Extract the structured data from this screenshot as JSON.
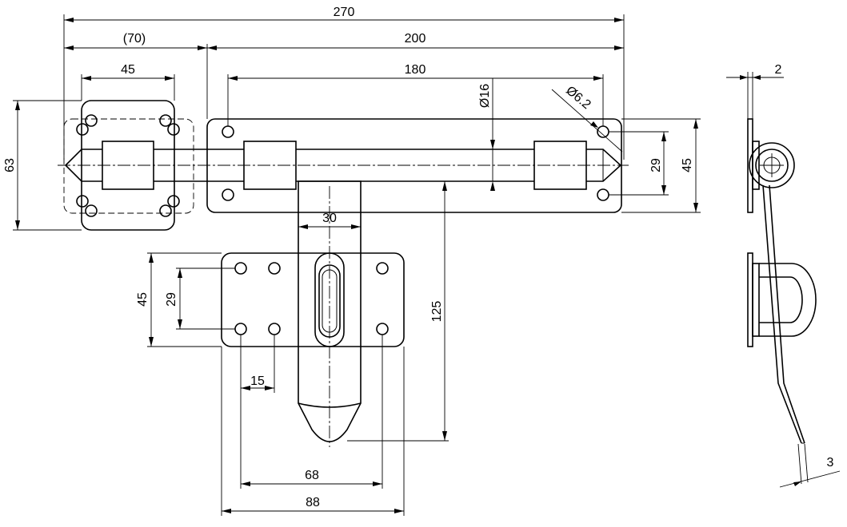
{
  "dimensions": {
    "d270": "270",
    "d70": "(70)",
    "d200": "200",
    "d45_plate": "45",
    "d180": "180",
    "d16": "Ø16",
    "d6_2": "Ø6.2",
    "d63": "63",
    "d29_right": "29",
    "d45_right": "45",
    "d30": "30",
    "d125": "125",
    "d45_left": "45",
    "d29_left": "29",
    "d15": "15",
    "d68": "68",
    "d88": "88",
    "d2": "2",
    "d3": "3"
  }
}
